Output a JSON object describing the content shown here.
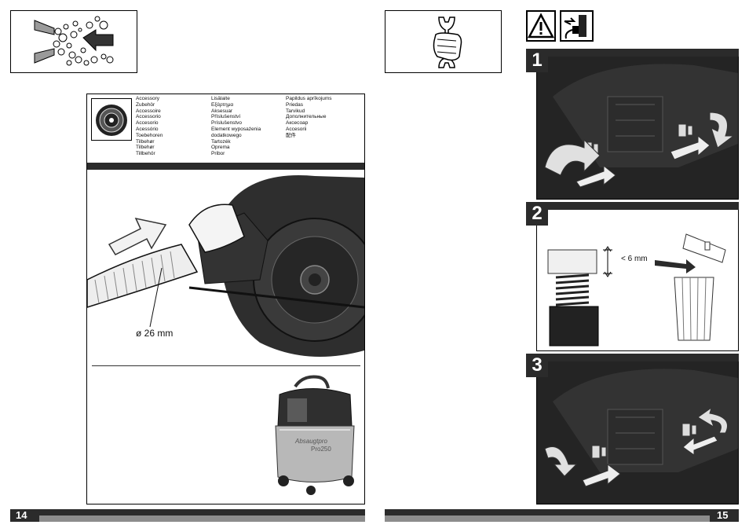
{
  "left_page": {
    "page_number": "14",
    "accessory_list": {
      "col1": [
        "Accessory",
        "Zubehör",
        "Accessoire",
        "Accessorio",
        "Accesorio",
        "Acessório",
        "Toebehoren",
        "Tilbehør",
        "Tilbehør",
        "Tillbehör"
      ],
      "col2": [
        "Lisälaite",
        "Εξάρτημα",
        "Aksesuar",
        "Příslušenství",
        "Príslušenstvo",
        "Element wyposażenia dodatkowego",
        "Tartozék",
        "Oprema",
        "Pribor"
      ],
      "col3": [
        "Papildus aprīkojums",
        "Priedas",
        "Tarvikud",
        "Дополнительные",
        "Аксесоар",
        "Accesorii",
        "配件"
      ]
    },
    "hose_label": "ø 26 mm",
    "vacuum_brand": "Absaugtpro",
    "vacuum_model": "Pro250"
  },
  "right_page": {
    "page_number": "15",
    "steps": [
      "1",
      "2",
      "3"
    ],
    "brush_limit": "< 6 mm"
  }
}
